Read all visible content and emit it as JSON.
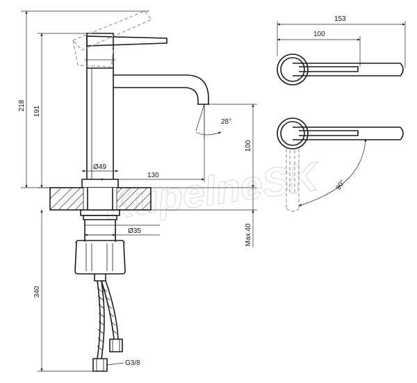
{
  "watermark": "KupelneSK",
  "dimensions": {
    "total_height": "218",
    "body_height": "191",
    "base_diameter": "Ø49",
    "spout_reach": "130",
    "spout_angle": "28°",
    "spout_height": "100",
    "max_thickness": "Max 40",
    "shank_diameter": "Ø35",
    "hose_length": "340",
    "connection": "G3/8",
    "top_width": "153",
    "top_lever": "100",
    "rotation": "90°"
  }
}
